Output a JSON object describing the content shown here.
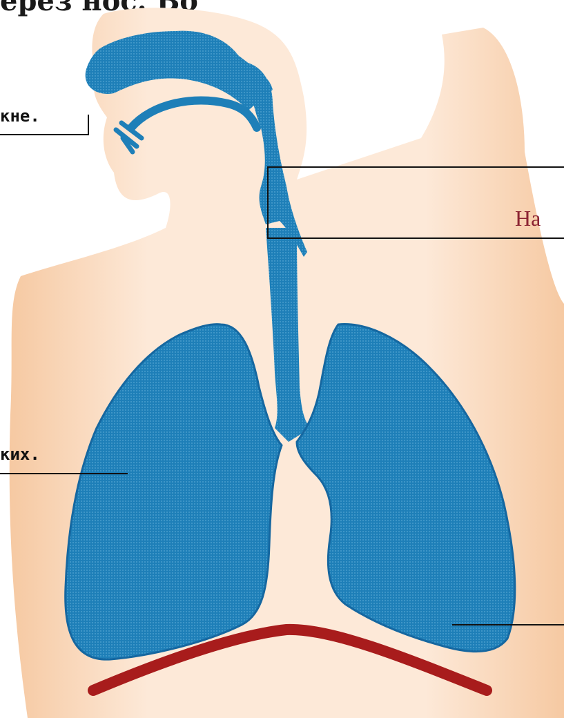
{
  "header": {
    "title": "ерез нос. Во"
  },
  "labels": {
    "nose": "кне.",
    "lungs": "ких.",
    "larynx_right": "На"
  },
  "colors": {
    "skin_light": "#fde9d8",
    "skin_shade": "#f6c9a2",
    "airway_blue": "#1e7fb8",
    "airway_dark": "#1567a0",
    "diaphragm_red": "#a81c1c",
    "right_label_color": "#8b2332",
    "leader_line": "#111111"
  }
}
